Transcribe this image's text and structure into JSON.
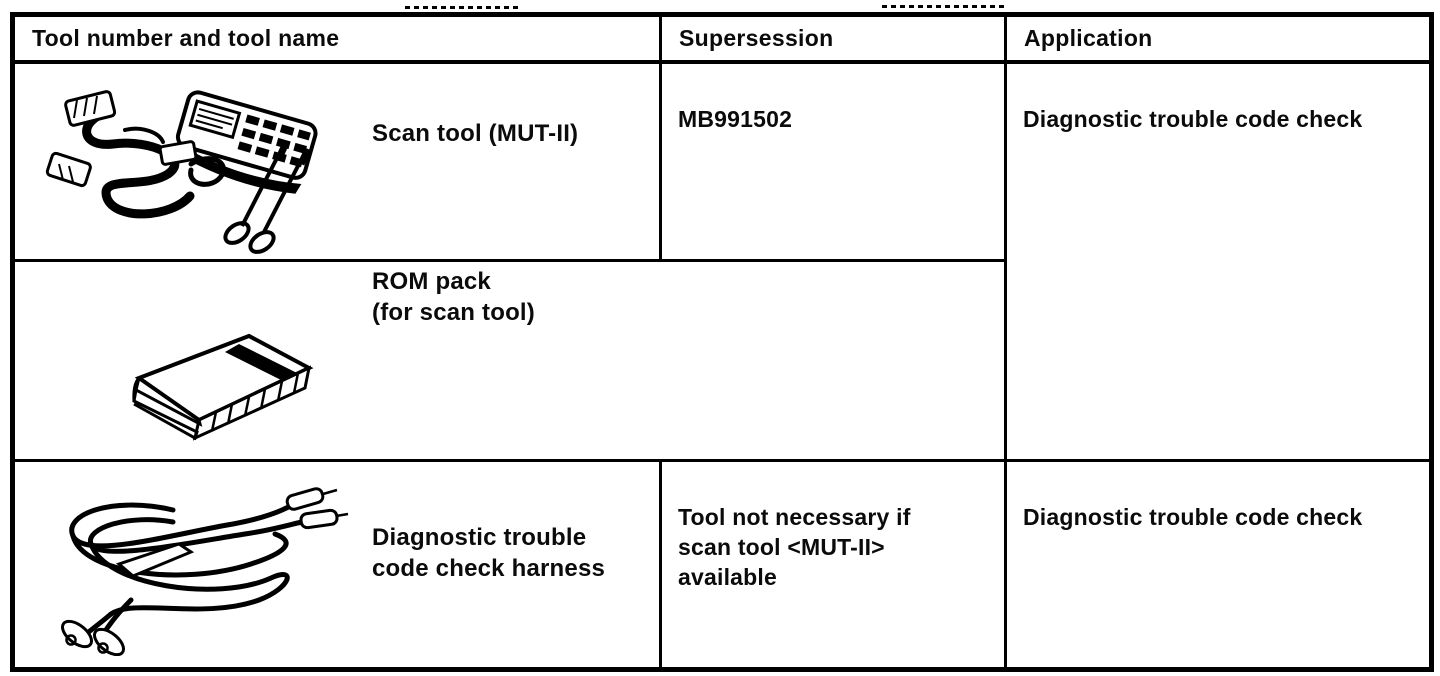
{
  "table": {
    "headers": {
      "tool": "Tool number and tool name",
      "supersession": "Supersession",
      "application": "Application"
    },
    "rows": [
      {
        "tool_name": "Scan tool (MUT-II)",
        "supersession": "MB991502",
        "application": "Diagnostic trouble code check",
        "illustration": "scan-tool"
      },
      {
        "tool_name": "ROM pack\n(for scan tool)",
        "supersession": "",
        "application": "",
        "illustration": "rom-pack"
      },
      {
        "tool_name": "Diagnostic trouble\ncode check harness",
        "supersession": "Tool not necessary if\nscan tool <MUT-II>\navailable",
        "application": "Diagnostic trouble code check",
        "illustration": "harness"
      }
    ]
  },
  "colors": {
    "ink": "#000000",
    "paper": "#ffffff"
  }
}
